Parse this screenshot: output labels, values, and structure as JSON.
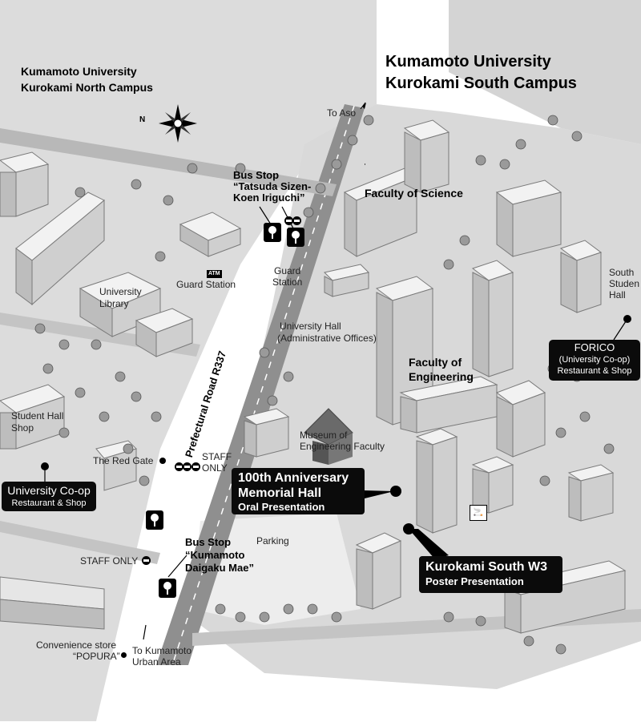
{
  "titles": {
    "south_line1": "Kumamoto University",
    "south_line2": "Kurokami South Campus",
    "north_line1": "Kumamoto University",
    "north_line2": "Kurokami North Campus"
  },
  "compass_letter": "N",
  "directions": {
    "to_aso": "To Aso",
    "to_kumamoto_line1": "To Kumamoto",
    "to_kumamoto_line2": "Urban Area"
  },
  "road_label": "Prefectural Road R337",
  "bus_stops": {
    "north": {
      "line1": "Bus Stop",
      "line2": "“Tatsuda Sizen-",
      "line3": "Koen Iriguchi”"
    },
    "south": {
      "line1": "Bus Stop",
      "line2": "“Kumamoto",
      "line3": "Daigaku Mae”"
    }
  },
  "faculties": {
    "science": "Faculty of Science",
    "engineering_line1": "Faculty of",
    "engineering_line2": "Engineering"
  },
  "labels": {
    "guard_station_west": "Guard Station",
    "atm": "ATM",
    "guard_station_east_line1": "Guard",
    "guard_station_east_line2": "Station",
    "university_library_line1": "University",
    "university_library_line2": "Library",
    "university_hall_line1": "University Hall",
    "university_hall_line2": "(Administrative Offices)",
    "museum_line1": "Museum of",
    "museum_line2": "Engineering Faculty",
    "student_hall_shop_line1": "Student Hall",
    "student_hall_shop_line2": "Shop",
    "red_gate": "The Red Gate",
    "staff_only_east_line1": "STAFF",
    "staff_only_east_line2": "ONLY",
    "staff_only_west": "STAFF ONLY",
    "parking": "Parking",
    "convenience_line1": "Convenience store",
    "convenience_line2": "“POPURA”",
    "south_student_hall_line1": "South",
    "south_student_hall_line2": "Studen",
    "south_student_hall_line3": "Hall"
  },
  "callouts": {
    "coop": {
      "line1": "University Co-op",
      "line2": "Restaurant & Shop"
    },
    "forico": {
      "line1": "FORICO",
      "line2": "(University Co-op)",
      "line3": "Restaurant & Shop"
    },
    "memorial": {
      "line1": "100th Anniversary",
      "line2": "Memorial Hall",
      "line3": "Oral Presentation"
    },
    "w3": {
      "line1": "Kurokami South W3",
      "line2": "Poster Presentation"
    }
  },
  "colors": {
    "callout_bg": "#0b0b0b",
    "building_roof": "#f2f2f2",
    "building_side": "#bdbdbd",
    "ground": "#dcdcdc",
    "road": "#8f8f8f"
  }
}
